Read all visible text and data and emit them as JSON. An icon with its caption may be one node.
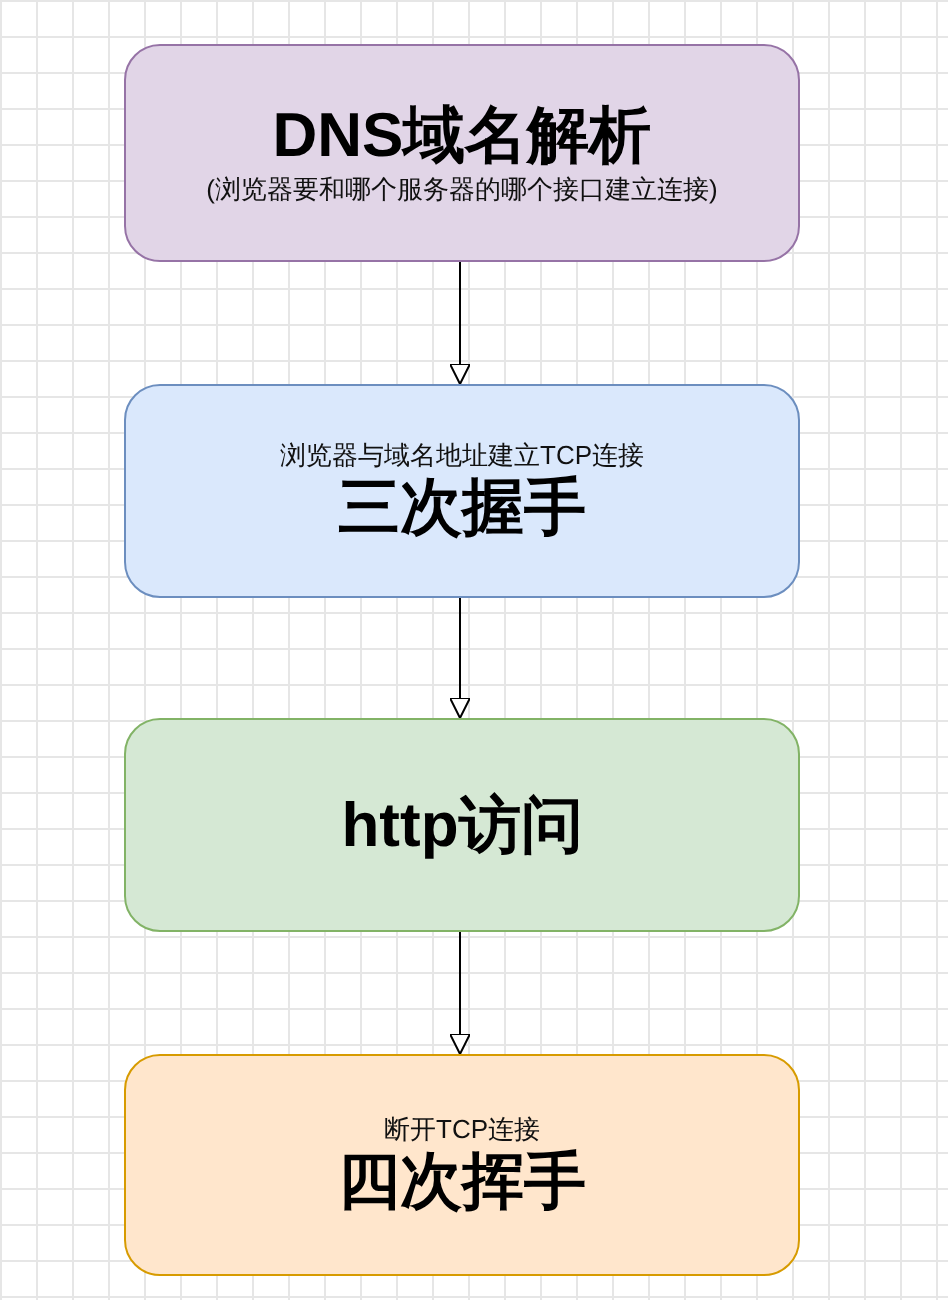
{
  "diagram": {
    "nodes": [
      {
        "text": [
          "DNS域名解析",
          "(浏览器要和哪个服务器的哪个接口建立连接)"
        ]
      },
      {
        "text": [
          "浏览器与域名地址建立TCP连接",
          "三次握手"
        ]
      },
      {
        "text": [
          "http访问"
        ]
      },
      {
        "text": [
          "断开TCP连接",
          "四次挥手"
        ]
      }
    ],
    "edges": [
      {
        "from": 0,
        "to": 1,
        "arrow": "to"
      },
      {
        "from": 1,
        "to": 2,
        "arrow": "to"
      },
      {
        "from": 2,
        "to": 3,
        "arrow": "to"
      }
    ]
  }
}
